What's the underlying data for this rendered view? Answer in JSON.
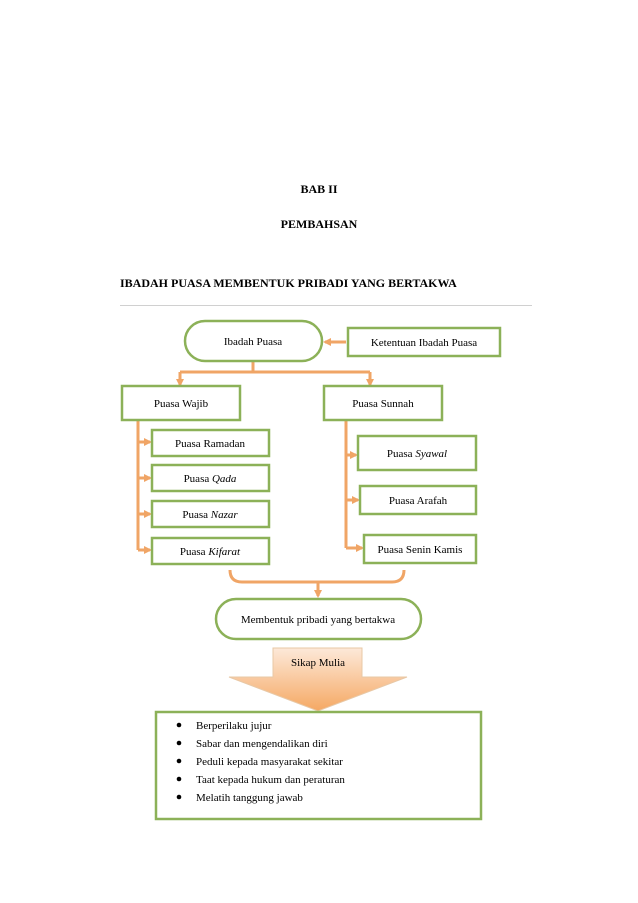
{
  "headings": {
    "chapter": "BAB II",
    "section": "PEMBAHSAN",
    "subtitle": "IBADAH PUASA MEMBENTUK PRIBADI YANG BERTAKWA"
  },
  "diagram": {
    "root": "Ibadah Puasa",
    "rules": "Ketentuan Ibadah Puasa",
    "wajib": {
      "title": "Puasa Wajib",
      "items": [
        {
          "prefix": "Puasa ",
          "term": "Ramadan"
        },
        {
          "prefix": "Puasa ",
          "term": "Qada"
        },
        {
          "prefix": "Puasa ",
          "term": "Nazar"
        },
        {
          "prefix": "Puasa ",
          "term": "Kifarat"
        }
      ]
    },
    "sunnah": {
      "title": "Puasa Sunnah",
      "items": [
        {
          "prefix": "Puasa ",
          "term": "Syawal"
        },
        {
          "prefix": "",
          "term": "Puasa Arafah"
        },
        {
          "prefix": "",
          "term": "Puasa Senin Kamis"
        }
      ]
    },
    "result": "Membentuk pribadi yang bertakwa",
    "attitude_label": "Sikap Mulia",
    "attitudes": [
      "Berperilaku jujur",
      "Sabar dan mengendalikan diri",
      "Peduli kepada masyarakat sekitar",
      "Taat kepada hukum dan peraturan",
      "Melatih tanggung jawab"
    ],
    "colors": {
      "border": "#8cb158",
      "connector": "#f0a566",
      "arrow_top": "#fde9d9",
      "arrow_bottom": "#f5a863"
    }
  }
}
